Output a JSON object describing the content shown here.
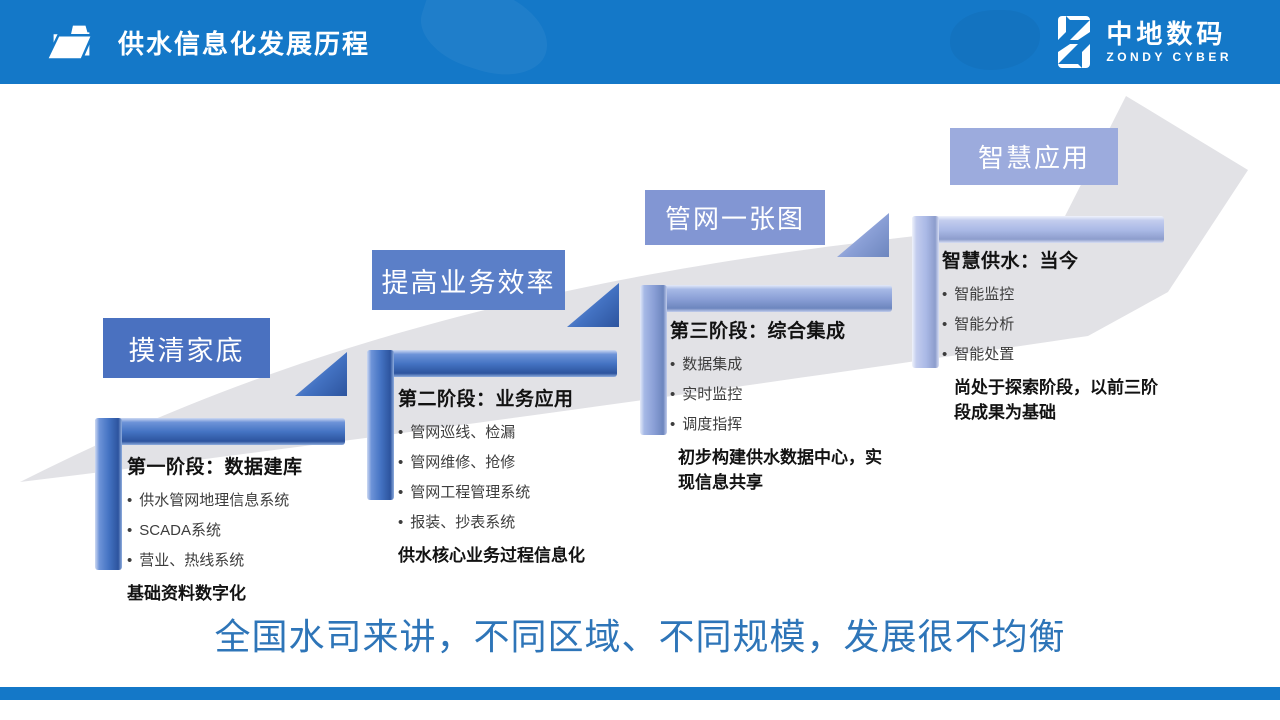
{
  "header": {
    "title": "供水信息化发展历程",
    "logo_cn": "中地数码",
    "logo_en": "ZONDY CYBER"
  },
  "stages": [
    {
      "label": "摸清家底",
      "heading": "第一阶段：数据建库",
      "bullets": [
        "供水管网地理信息系统",
        "SCADA系统",
        "营业、热线系统"
      ],
      "summary": "基础资料数字化"
    },
    {
      "label": "提高业务效率",
      "heading": "第二阶段：业务应用",
      "bullets": [
        "管网巡线、检漏",
        "管网维修、抢修",
        "管网工程管理系统",
        "报装、抄表系统"
      ],
      "summary": "供水核心业务过程信息化"
    },
    {
      "label": "管网一张图",
      "heading": "第三阶段：综合集成",
      "bullets": [
        "数据集成",
        "实时监控",
        "调度指挥"
      ],
      "summary": "初步构建供水数据中心，实现信息共享"
    },
    {
      "label": "智慧应用",
      "heading": "智慧供水：当今",
      "bullets": [
        "智能监控",
        "智能分析",
        "智能处置"
      ],
      "summary": "尚处于探索阶段，以前三阶段成果为基础"
    }
  ],
  "slogan": "全国水司来讲，不同区域、不同规模，发展很不均衡",
  "colors": {
    "header_bg": "#1478C8",
    "accent_dark": "#4472C4",
    "accent_light": "#8FAADC",
    "arrow_gray": "#E2E2E6",
    "slogan_blue": "#2E75B8"
  }
}
